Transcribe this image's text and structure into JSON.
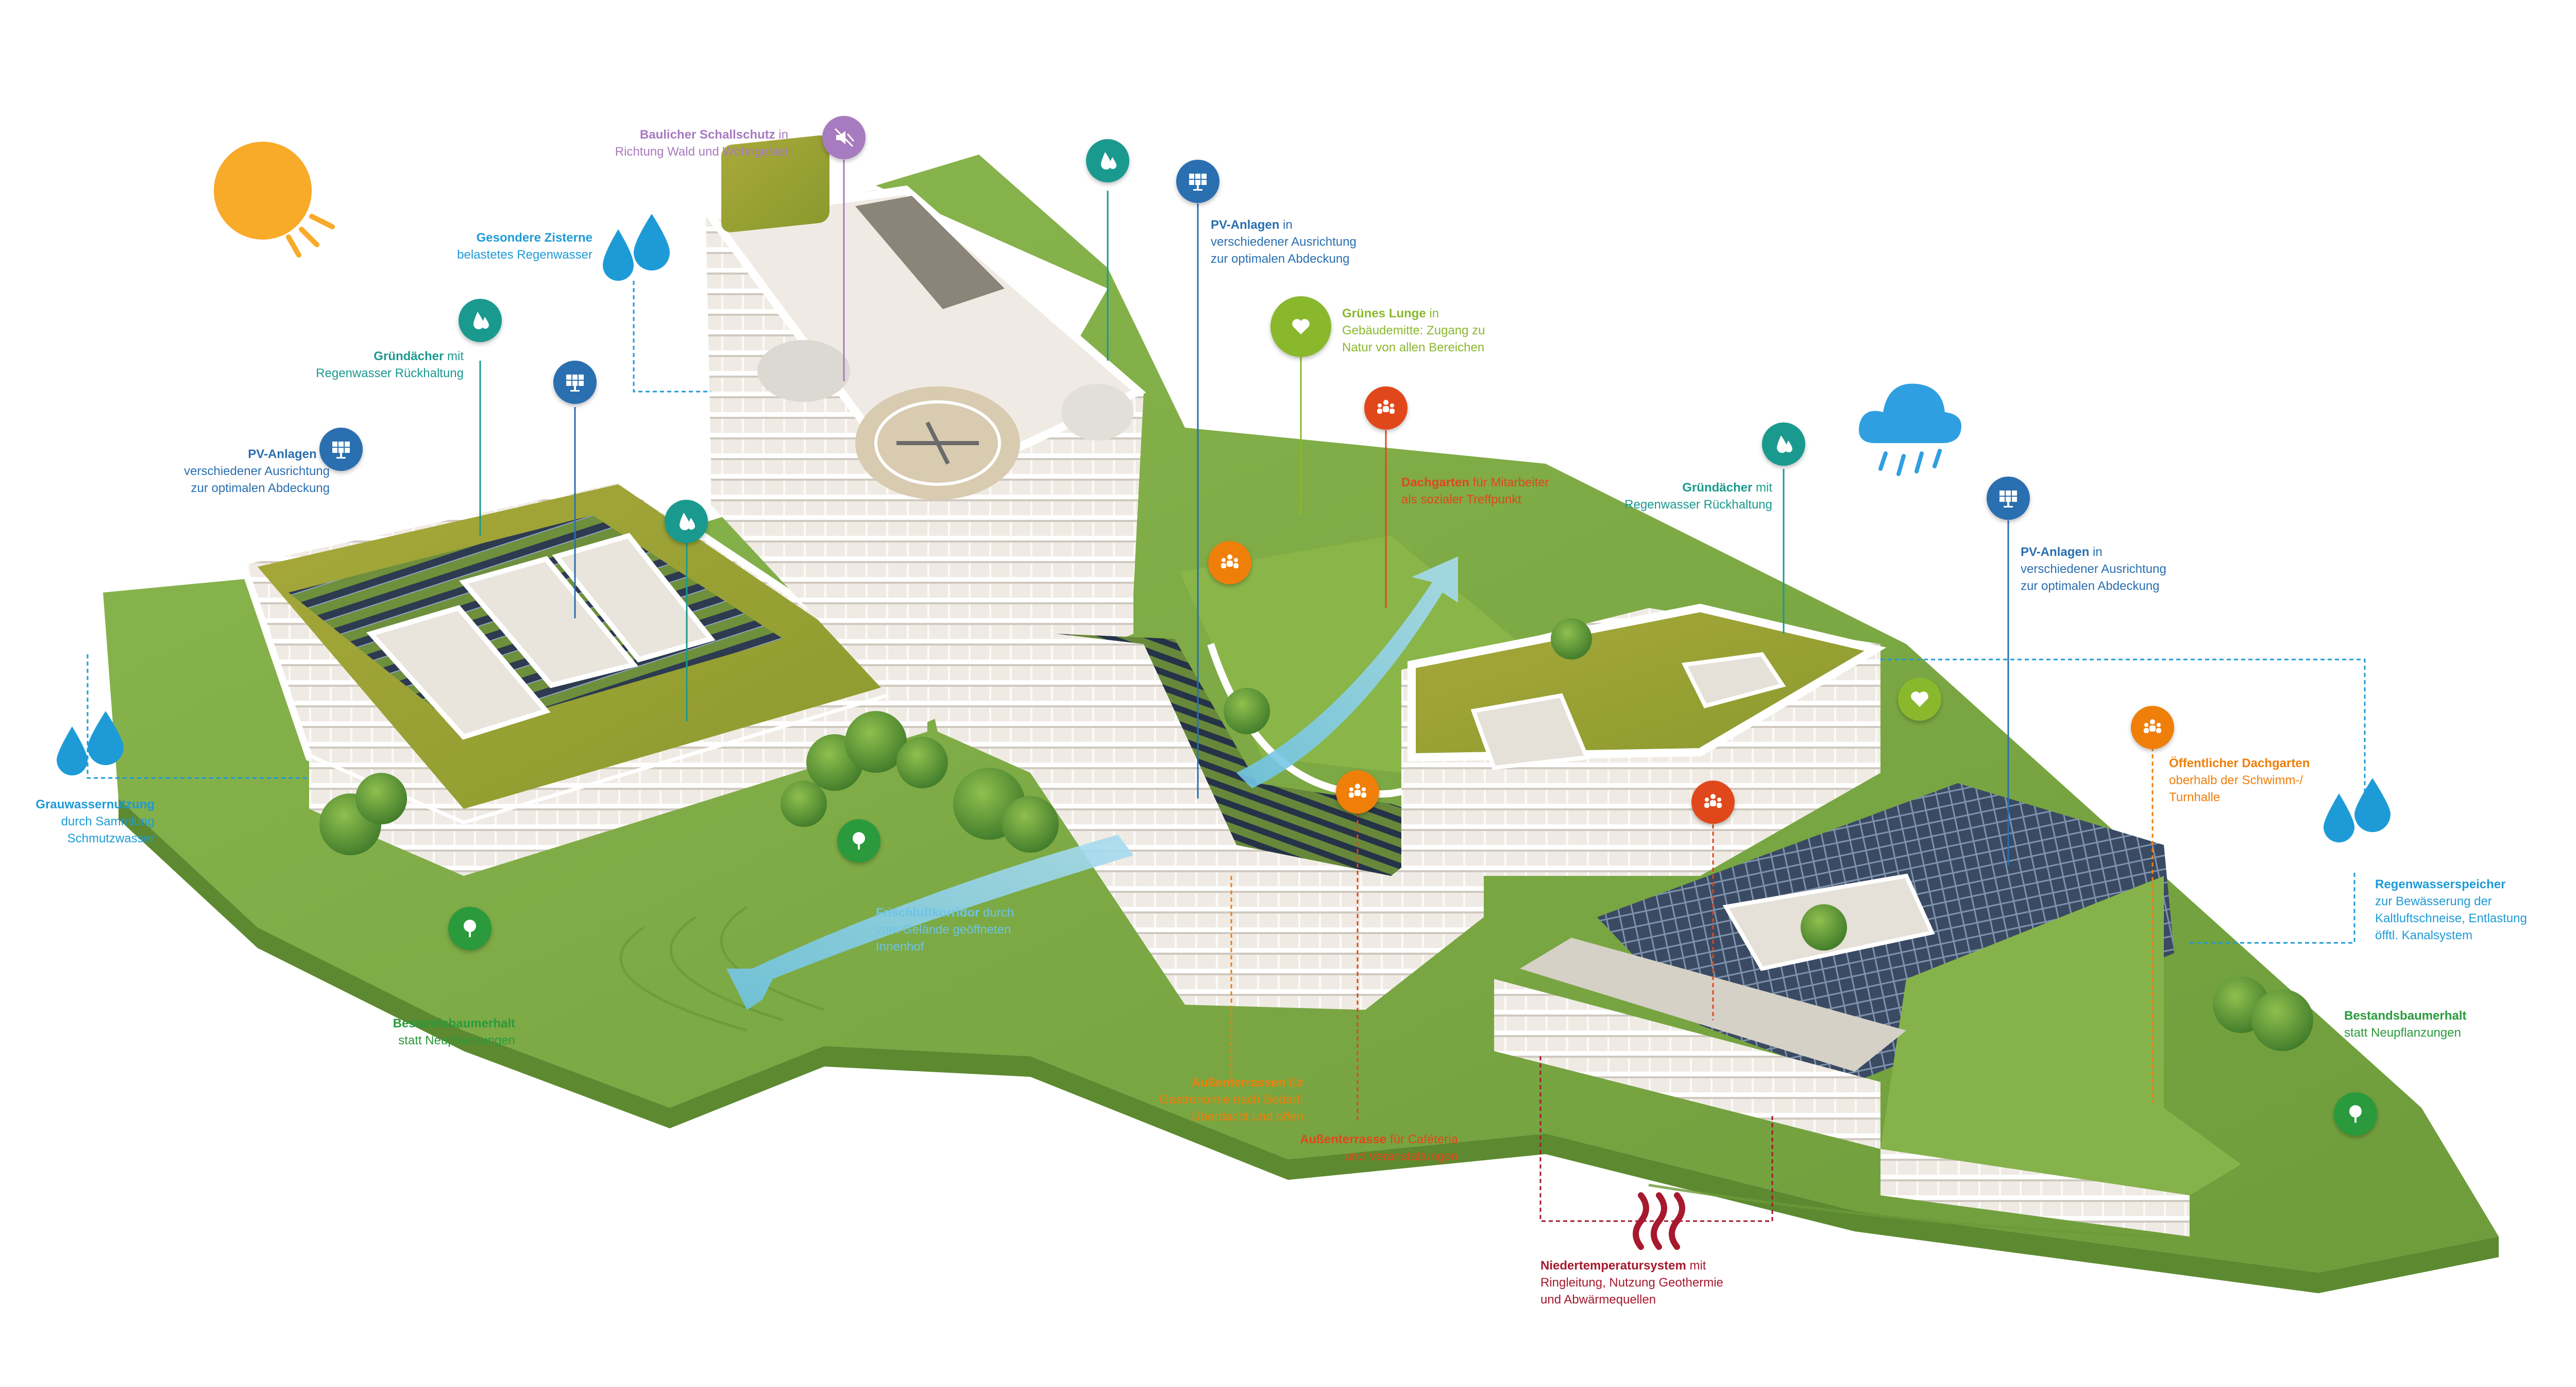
{
  "colors": {
    "sound": "#a77bbf",
    "water": "#1e9bd7",
    "teal": "#1a9a8f",
    "pv": "#2a6fb0",
    "green": "#8ab82d",
    "orange": "#f07f0a",
    "red": "#e0481b",
    "darkred": "#a6192e",
    "tree": "#2a9a3c",
    "lawn": "#7aa945",
    "building": "#f2efe9"
  },
  "annotations": {
    "schallschutz": {
      "title": "Baulicher Schallschutz",
      "text_1": " in",
      "text_2": "Richtung Wald und Wohngebiet",
      "icon": "mute-icon"
    },
    "zisterne": {
      "title": "Gesondere Zisterne",
      "text_1": "belastetes Regenwasser",
      "icon": "water-drops-icon"
    },
    "gruendach_left": {
      "title": "Gründächer",
      "text_1": " mit",
      "text_2": "Regenwasser Rückhaltung",
      "icon": "water-drop-icon"
    },
    "pv_left": {
      "title": "PV-Anlagen",
      "text_1": " in",
      "text_2": "verschiedener Ausrichtung",
      "text_3": "zur optimalen Abdeckung",
      "icon": "solar-panel-icon"
    },
    "grauwasser": {
      "title": "Grauwassernutzung",
      "text_1": "durch Sammlung",
      "text_2": "Schmutzwasser",
      "icon": "water-drops-icon"
    },
    "pv_mid": {
      "title": "PV-Anlagen",
      "text_1": " in",
      "text_2": "verschiedener Ausrichtung",
      "text_3": "zur optimalen Abdeckung",
      "icon": "solar-panel-icon"
    },
    "lunge": {
      "title": "Grünes Lunge",
      "text_1": " in",
      "text_2": "Gebäudemitte: Zugang zu",
      "text_3": "Natur von allen Bereichen",
      "icon": "heart-icon"
    },
    "dachgarten": {
      "title": "Dachgarten",
      "text_1": " für Mitarbeiter",
      "text_2": "als sozialer Treffpunkt",
      "icon": "people-icon"
    },
    "gruendach_right": {
      "title": "Gründächer",
      "text_1": " mit",
      "text_2": "Regenwasser Rückhaltung",
      "icon": "water-drop-icon"
    },
    "pv_right": {
      "title": "PV-Anlagen",
      "text_1": " in",
      "text_2": "verschiedener Ausrichtung",
      "text_3": "zur optimalen Abdeckung",
      "icon": "solar-panel-icon"
    },
    "oeffentlich": {
      "title": "Öffentlicher Dachgarten",
      "text_1": "oberhalb der Schwimm-/",
      "text_2": "Turnhalle",
      "icon": "people-icon"
    },
    "regenwasser": {
      "title": "Regenwasserspeicher",
      "text_1": "zur Bewässerung der",
      "text_2": "Kaltluftschneise, Entlastung",
      "text_3": "öfftl. Kanalsystem",
      "icon": "water-drops-icon"
    },
    "frischluft": {
      "title": "Frischluftkorridor",
      "text_1": " durch",
      "text_2": "zum Gelände geöffneten",
      "text_3": "Innenhof"
    },
    "baum_left": {
      "title": "Bestandsbaumerhalt",
      "text_1": "statt Neupflanzungen",
      "icon": "tree-icon"
    },
    "baum_right": {
      "title": "Bestandsbaumerhalt",
      "text_1": "statt Neupflanzungen",
      "icon": "tree-icon"
    },
    "aussen_gastro": {
      "title": "Außenterrassen",
      "text_1": " für",
      "text_2": "Gastronomie nach Bedarf:",
      "text_3": "Überdacht und offen"
    },
    "aussen_cafe": {
      "title": "Außenterrasse",
      "text_1": " für Caféteria",
      "text_2": "und Veranstaltungen"
    },
    "niedertemp": {
      "title": "Niedertemperatursystem",
      "text_1": " mit",
      "text_2": "Ringleitung, Nutzung Geothermie",
      "text_3": "und Abwärmequellen",
      "icon": "heat-waves-icon"
    }
  },
  "weather": {
    "sun_icon": "sun-icon",
    "rain_icon": "rain-cloud-icon"
  }
}
